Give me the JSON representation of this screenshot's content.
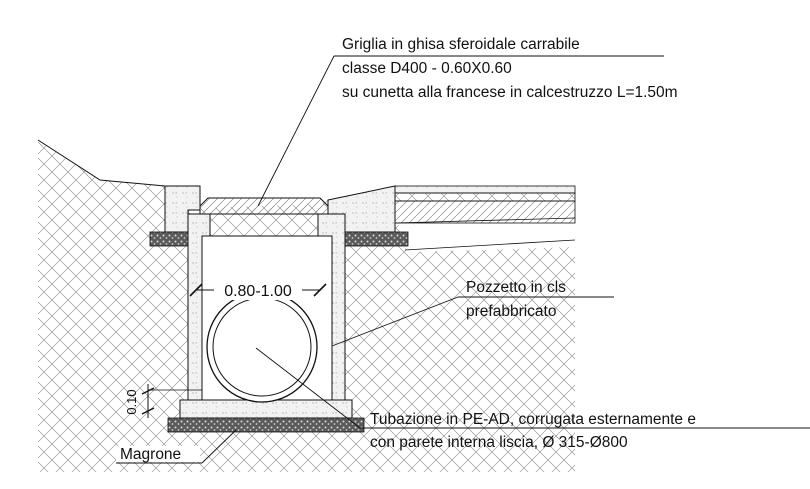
{
  "labels": {
    "grate": {
      "line1": "Griglia in ghisa sferoidale carrabile",
      "line2": "classe D400 - 0.60X0.60",
      "line3": "su cunetta alla francese in calcestruzzo L=1.50m"
    },
    "manhole": {
      "line1": "Pozzetto in cls",
      "line2": "prefabbricato"
    },
    "pipe": {
      "line1": "Tubazione in PE-AD, corrugata esternamente e",
      "line2": "con parete interna liscia, Ø 315-Ø800"
    },
    "lean_concrete": "Magrone"
  },
  "dimensions": {
    "inner_width": "0.80-1.00",
    "bottom_thickness": "0.10"
  }
}
